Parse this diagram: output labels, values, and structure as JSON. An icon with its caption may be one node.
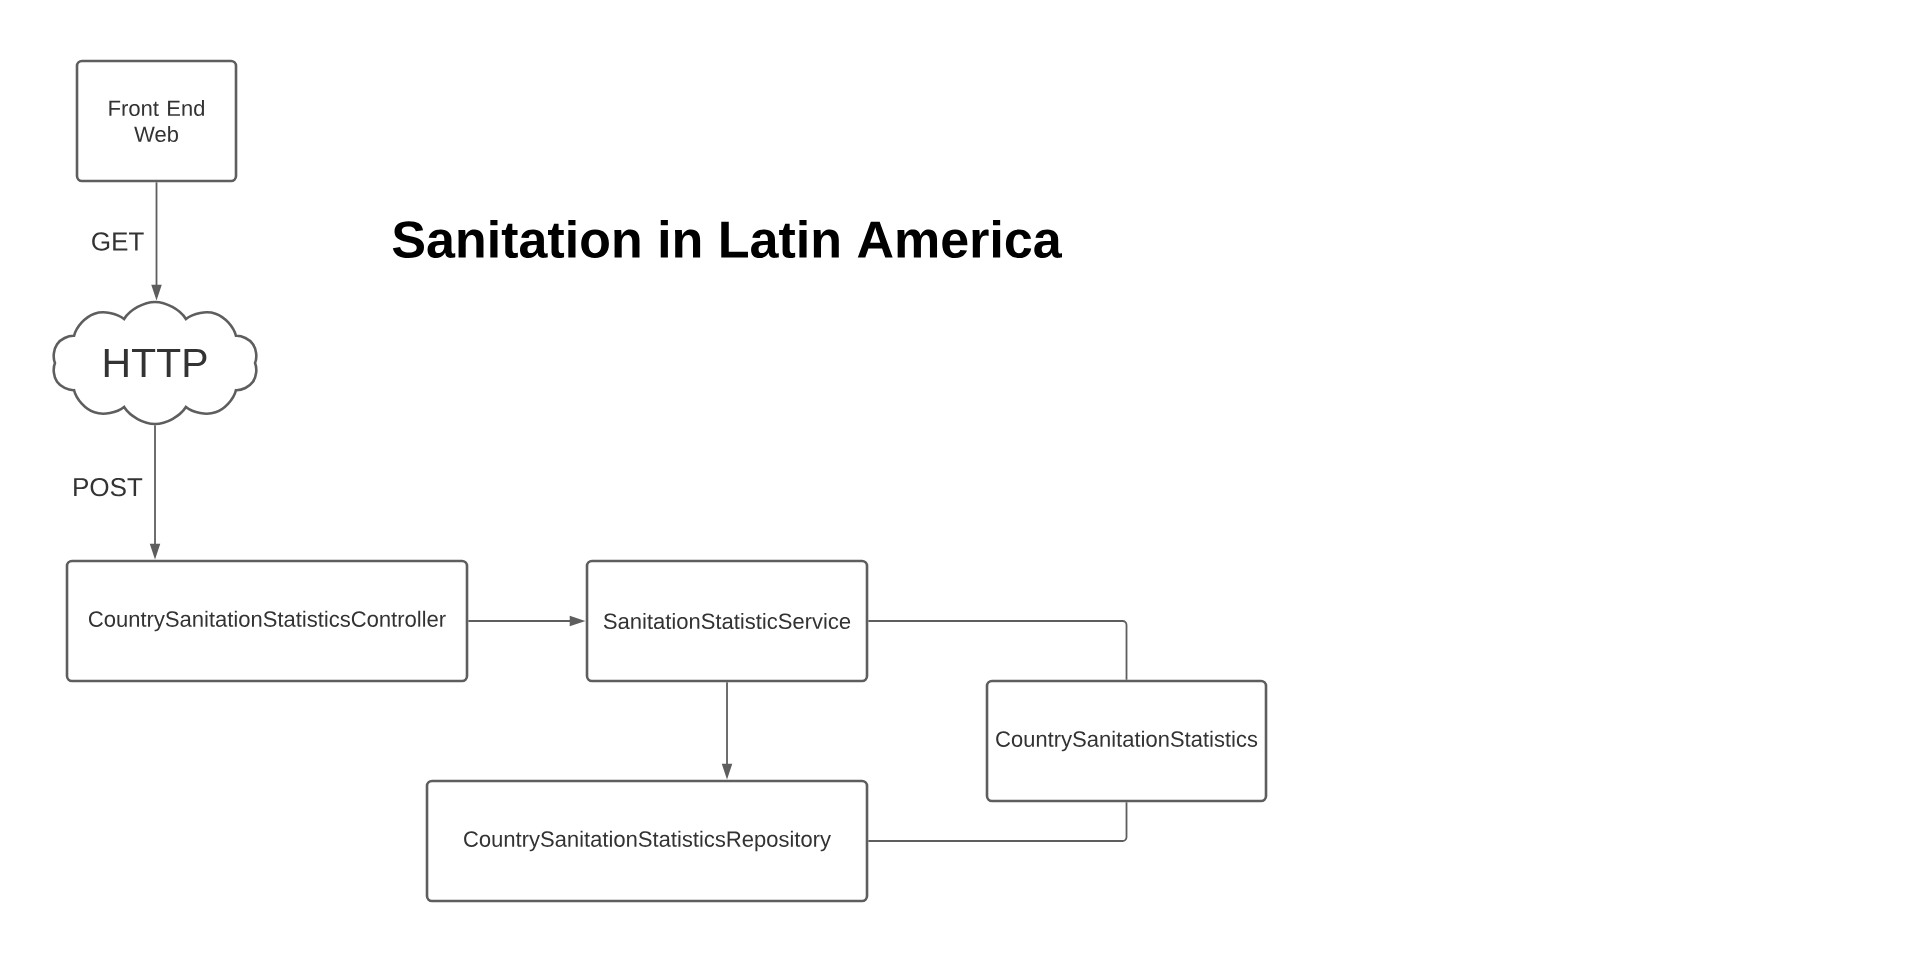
{
  "diagram": {
    "title": "Sanitation in Latin America",
    "nodes": [
      {
        "text": [
          "Front End Web"
        ]
      },
      {
        "text": [
          "HTTP"
        ]
      },
      {
        "text": [
          "CountrySanitationStatisticsController"
        ]
      },
      {
        "text": [
          "SanitationStatisticService"
        ]
      },
      {
        "text": [
          "CountrySanitationStatistics"
        ]
      },
      {
        "text": [
          "CountrySanitationStatisticsRepository"
        ]
      }
    ],
    "edges": [
      {
        "from": 0,
        "to": 1,
        "arrow": "to",
        "label": "GET"
      },
      {
        "from": 1,
        "to": 2,
        "arrow": "to",
        "label": "POST"
      },
      {
        "from": 2,
        "to": 3,
        "arrow": "to"
      },
      {
        "from": 3,
        "to": 5,
        "arrow": "to"
      },
      {
        "from": 3,
        "to": 4,
        "arrow": "none"
      },
      {
        "from": 5,
        "to": 4,
        "arrow": "none"
      }
    ]
  }
}
